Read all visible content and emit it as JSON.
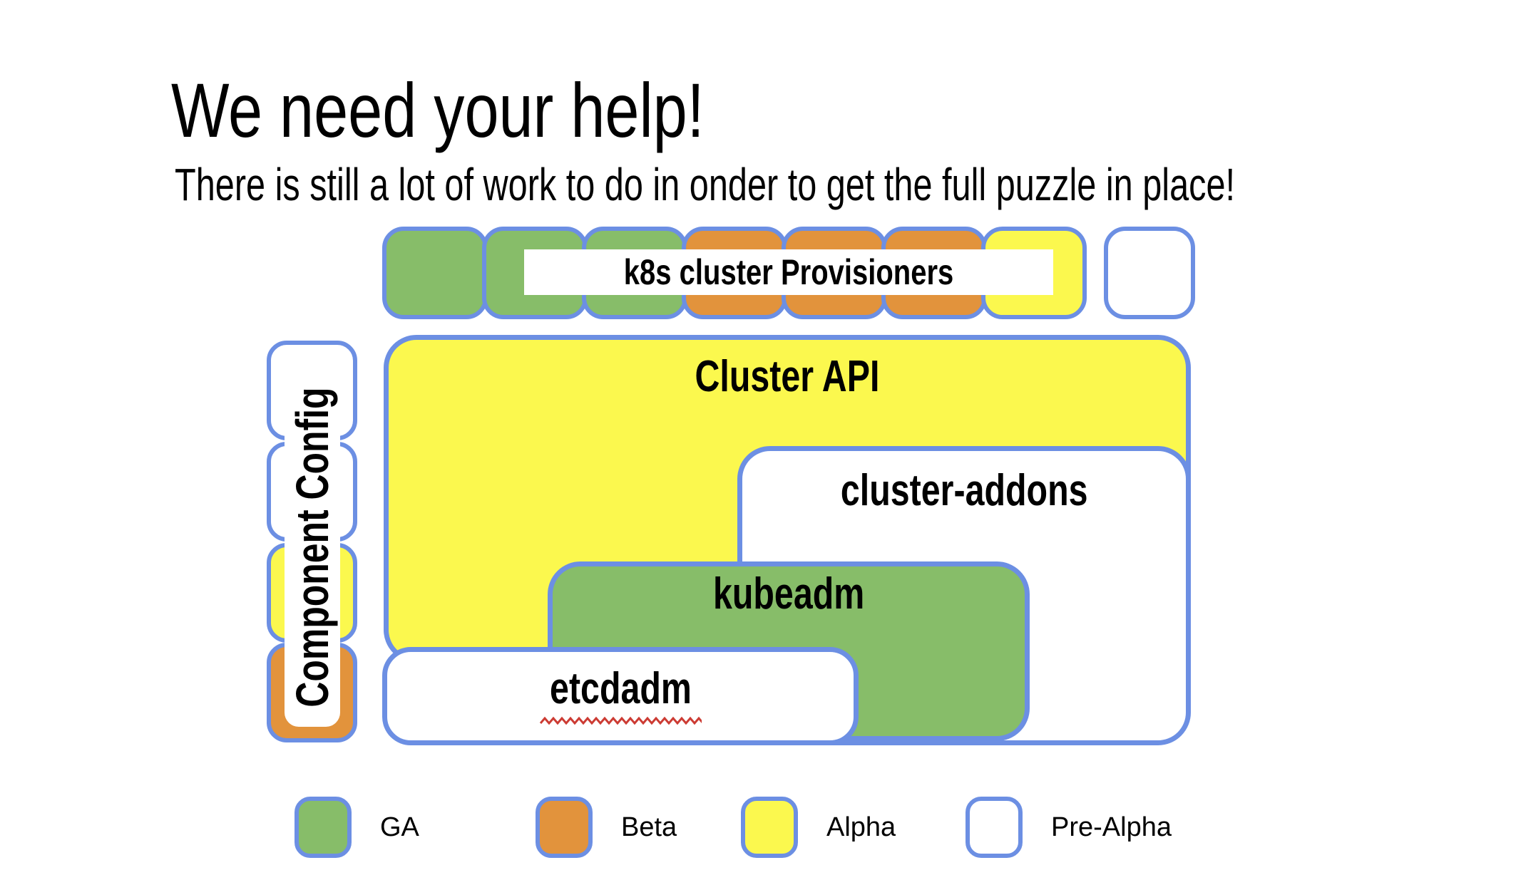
{
  "slide": {
    "title": "We need your help!",
    "subtitle": "There is still a lot of work to do in onder to get the full puzzle in place!"
  },
  "colors": {
    "ga": "#87BD69",
    "beta": "#E2933C",
    "alpha": "#FBF84E",
    "pre_alpha": "#FFFFFF",
    "outline": "#6C8FE3",
    "squiggle": "#CC3B33"
  },
  "diagram": {
    "provisioners": {
      "label": "k8s cluster Provisioners",
      "pieces": [
        "ga",
        "ga",
        "ga",
        "beta",
        "beta",
        "beta",
        "alpha",
        "pre_alpha"
      ]
    },
    "component_config": {
      "label": "Component Config",
      "pieces": [
        "pre_alpha",
        "pre_alpha",
        "alpha",
        "beta"
      ]
    },
    "cluster_api": {
      "label": "Cluster API",
      "status": "alpha"
    },
    "cluster_addons": {
      "label": "cluster-addons",
      "status": "pre_alpha"
    },
    "kubeadm": {
      "label": "kubeadm",
      "status": "ga"
    },
    "etcdadm": {
      "label": "etcdadm",
      "status": "pre_alpha",
      "spellcheck_underline": true
    }
  },
  "legend": {
    "items": [
      {
        "label": "GA",
        "status": "ga"
      },
      {
        "label": "Beta",
        "status": "beta"
      },
      {
        "label": "Alpha",
        "status": "alpha"
      },
      {
        "label": "Pre-Alpha",
        "status": "pre_alpha"
      }
    ]
  }
}
